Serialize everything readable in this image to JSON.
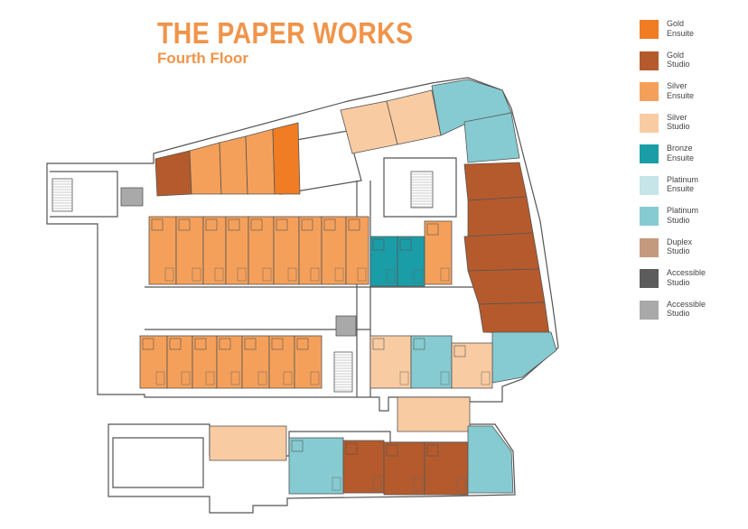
{
  "header": {
    "title": "THE PAPER WORKS",
    "subtitle": "Fourth Floor"
  },
  "colors": {
    "gold_ensuite": "#f07c24",
    "gold_studio": "#b55a2c",
    "silver_ensuite": "#f5a05a",
    "silver_studio": "#f9cba2",
    "bronze_ensuite": "#1a9da7",
    "platinum_ensuite": "#c5e5e8",
    "platinum_studio": "#86cbd1",
    "duplex_studio": "#c49a7f",
    "accessible_dark": "#5c5c5c",
    "accessible_light": "#a9a9a9",
    "wall": "#555555"
  },
  "legend": [
    {
      "line1": "Gold",
      "line2": "Ensuite",
      "color_key": "gold_ensuite"
    },
    {
      "line1": "Gold",
      "line2": "Studio",
      "color_key": "gold_studio"
    },
    {
      "line1": "Silver",
      "line2": "Ensuite",
      "color_key": "silver_ensuite"
    },
    {
      "line1": "Silver",
      "line2": "Studio",
      "color_key": "silver_studio"
    },
    {
      "line1": "Bronze",
      "line2": "Ensuite",
      "color_key": "bronze_ensuite"
    },
    {
      "line1": "Platinum",
      "line2": "Ensuite",
      "color_key": "platinum_ensuite"
    },
    {
      "line1": "Platinum",
      "line2": "Studio",
      "color_key": "platinum_studio"
    },
    {
      "line1": "Duplex",
      "line2": "Studio",
      "color_key": "duplex_studio"
    },
    {
      "line1": "Accessible",
      "line2": "Studio",
      "color_key": "accessible_dark"
    },
    {
      "line1": "Accessible",
      "line2": "Studio",
      "color_key": "accessible_light"
    }
  ]
}
